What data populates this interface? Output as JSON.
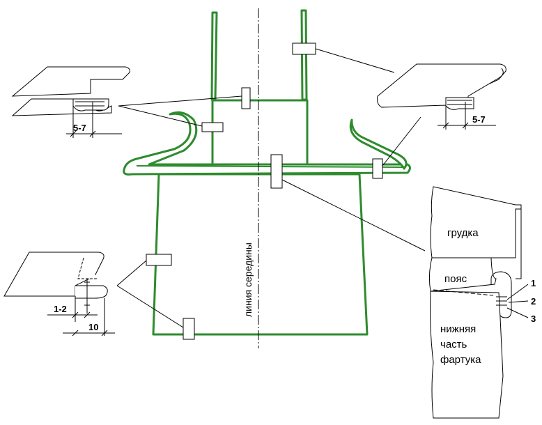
{
  "center_line_label": "линия середины",
  "callouts": {
    "top_left_dim": "5-7",
    "top_right_dim": "5-7",
    "bottom_left_dim_small": "1-2",
    "bottom_left_dim_large": "10"
  },
  "detail": {
    "label_top": "грудка",
    "label_belt": "пояс",
    "label_bottom_line1": "нижняя",
    "label_bottom_line2": "часть",
    "label_bottom_line3": "фартука",
    "seam_1": "1",
    "seam_2": "2",
    "seam_3": "3"
  },
  "colors": {
    "garment_outline": "#2e8b2e",
    "line": "#000000"
  }
}
